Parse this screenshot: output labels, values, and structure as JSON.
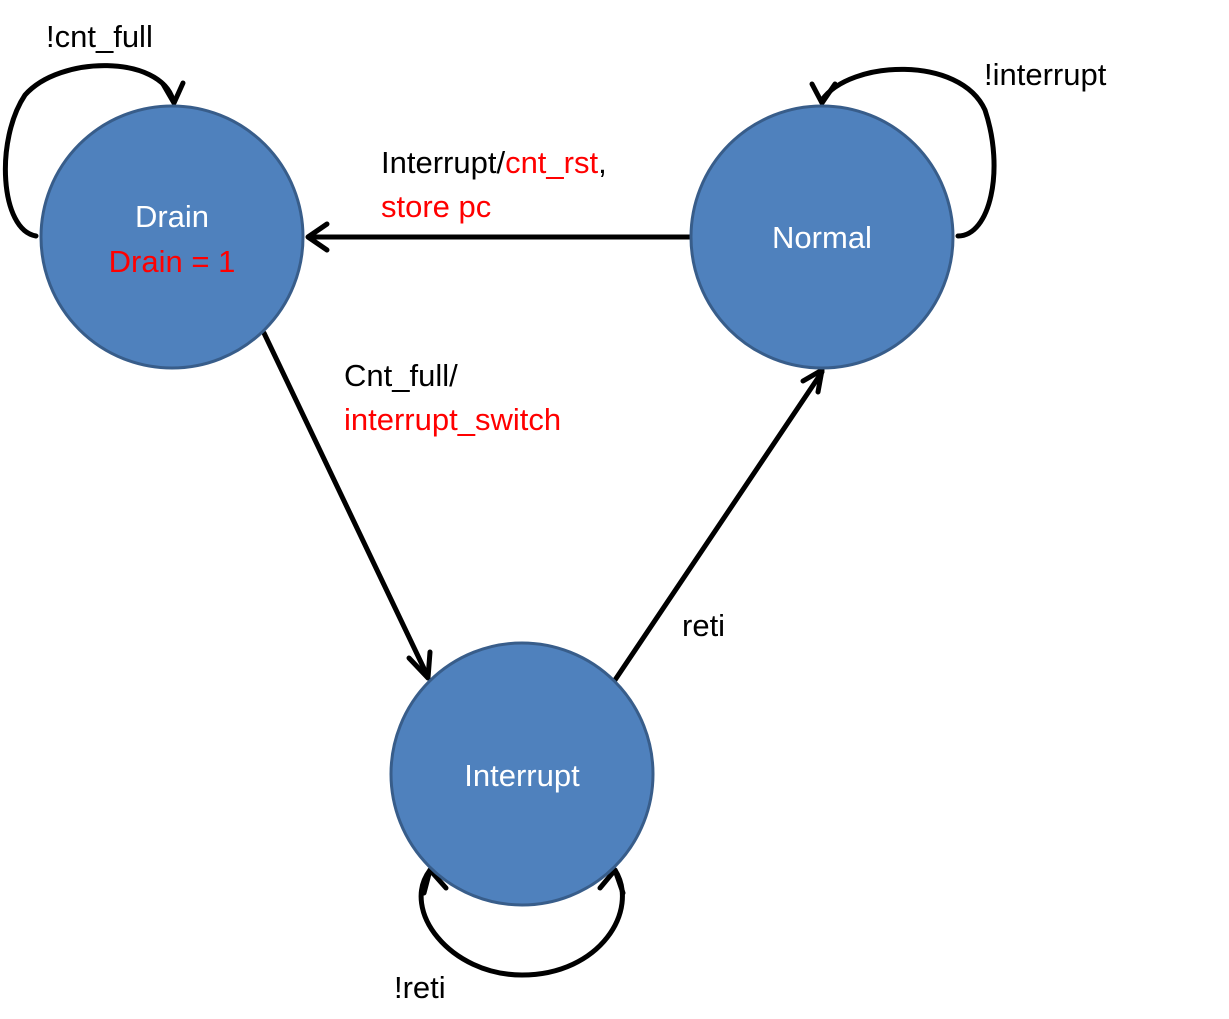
{
  "colors": {
    "state_fill": "#4f81bd",
    "state_stroke": "#385d8a",
    "state_text": "#ffffff",
    "action_text": "#ff0000",
    "edge": "#000000"
  },
  "states": {
    "drain": {
      "name": "Drain",
      "output": "Drain = 1"
    },
    "normal": {
      "name": "Normal"
    },
    "interrupt": {
      "name": "Interrupt"
    }
  },
  "transitions": {
    "drain_self": {
      "condition": "!cnt_full"
    },
    "normal_self": {
      "condition": "!interrupt"
    },
    "interrupt_self": {
      "condition": "!reti"
    },
    "normal_to_drain": {
      "condition": "Interrupt/",
      "action1": "cnt_rst",
      "separator": ",",
      "action2": "store pc"
    },
    "drain_to_interrupt": {
      "condition": "Cnt_full/",
      "action": "interrupt_switch"
    },
    "interrupt_to_normal": {
      "condition": "reti"
    }
  }
}
